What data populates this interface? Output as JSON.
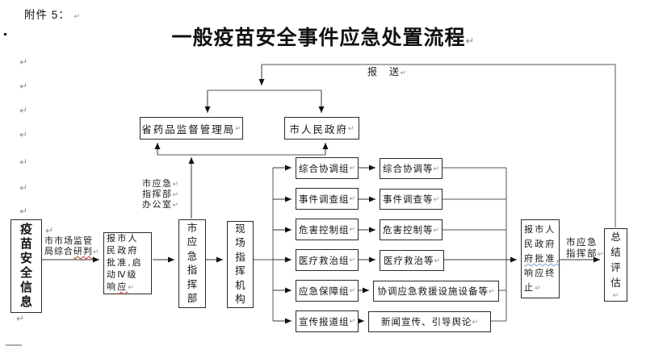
{
  "page": {
    "attachment": "附件 5：",
    "title": "一般疫苗安全事件应急处置流程",
    "pilcrow": "↵"
  },
  "labels": {
    "report": "报　送",
    "office_l1": "市应急",
    "office_l2": "指挥部",
    "office_l3": "办公室",
    "judge_l1": "市市场监管",
    "judge_l2_pre": "局综合",
    "judge_err": "研判",
    "cmd2_l1": "市应急",
    "cmd2_l2": "指挥部"
  },
  "boxes": {
    "province": "省药品监督管理局",
    "city_gov": "市人民政府",
    "vaccine_info": "疫苗安全信息",
    "approve": {
      "l1": "报市人",
      "l2": "民政府",
      "l3": "批准,启",
      "l4": "动Ⅳ级",
      "l5_pre": "响",
      "l5_err": "应"
    },
    "cmd": "市应急指挥部",
    "field": "现场指挥机构",
    "groups": [
      {
        "name": "综合协调组",
        "task": "综合协调等"
      },
      {
        "name": "事件调查组",
        "task": "事件调查等"
      },
      {
        "name": "危害控制组",
        "task": "危害控制等"
      },
      {
        "name": "医疗救治组",
        "task": "医疗救治等"
      },
      {
        "name": "应急保障组",
        "task": "协调应急救援设施设备等"
      },
      {
        "name": "宣传报道组",
        "task": "新闻宣传、引导舆论"
      }
    ],
    "terminate": {
      "l1": "报市人",
      "l2": "民政府",
      "err": "府批准,",
      "l3": "响应终",
      "l4": "止"
    },
    "summary": "总结评估"
  },
  "colors": {
    "line": "#444444",
    "arrow": "#111111",
    "box_border": "#2a2a2a",
    "text": "#141414",
    "pilcrow": "#909090",
    "spell_error_red": "#c03028",
    "grammar_error_blue": "#7b9bd2"
  }
}
